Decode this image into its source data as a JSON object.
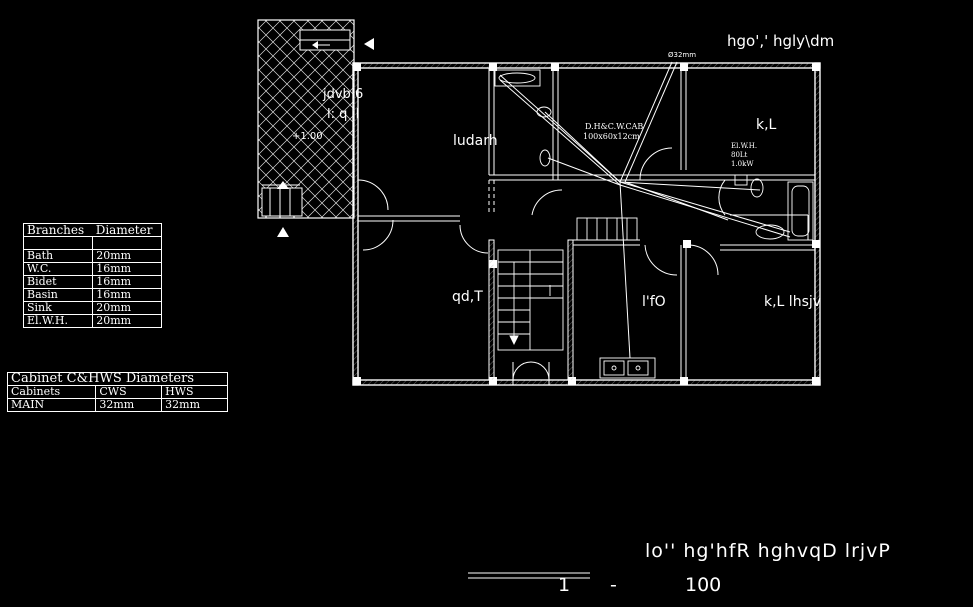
{
  "drawing": {
    "title_top": "hgo',' hgly\\dm",
    "plan_title": "lo'' hg'hfR hghvqD lrjvP",
    "scale": {
      "left": "1",
      "sep": "-",
      "right": "100"
    }
  },
  "rooms": {
    "balcony_a": "jdvb 6",
    "balcony_b": "l: q ,l",
    "balcony_level": "+1.00",
    "living": "ludarh",
    "bed1": "k,L",
    "hall": "qd,T",
    "kitchen": "l'fO",
    "bed2": "k,L lhsjv"
  },
  "annotations": {
    "cabinet_note_1": "D.H&C.W.CAB",
    "cabinet_note_2": "100x60x12cm",
    "pipe": "Ø32mm",
    "ewh_1": "El.W.H.",
    "ewh_2": "80Lt",
    "ewh_3": "1.0kW"
  },
  "branches_table": {
    "header": [
      "Branches",
      "Diameter"
    ],
    "rows": [
      [
        "Bath",
        "20mm"
      ],
      [
        "W.C.",
        "16mm"
      ],
      [
        "Bidet",
        "16mm"
      ],
      [
        "Basin",
        "16mm"
      ],
      [
        "Sink",
        "20mm"
      ],
      [
        "El.W.H.",
        "20mm"
      ]
    ]
  },
  "cabinet_table": {
    "title": "Cabinet C&HWS Diameters",
    "header": [
      "Cabinets",
      "CWS",
      "HWS"
    ],
    "rows": [
      [
        "MAIN",
        "32mm",
        "32mm"
      ]
    ]
  }
}
